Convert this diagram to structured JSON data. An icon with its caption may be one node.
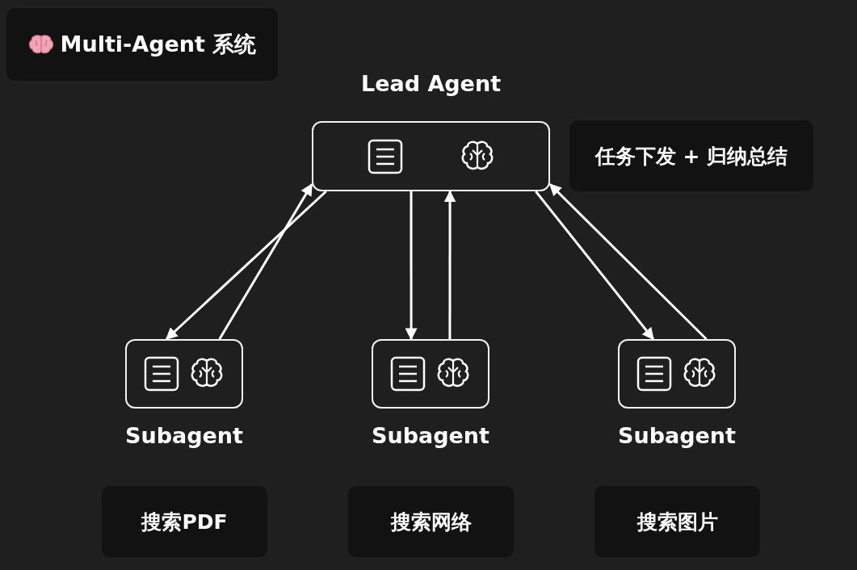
{
  "diagram": {
    "nodes": [
      {
        "text": [
          "Multi-Agent 系统"
        ]
      },
      {
        "text": [
          "Lead Agent"
        ]
      },
      {
        "text": [
          "任务下发 + 归纳总结"
        ]
      },
      {
        "text": [
          "Subagent"
        ]
      },
      {
        "text": [
          "搜索PDF"
        ]
      },
      {
        "text": [
          "Subagent"
        ]
      },
      {
        "text": [
          "搜索网络"
        ]
      },
      {
        "text": [
          "Subagent"
        ]
      },
      {
        "text": [
          "搜索图片"
        ]
      }
    ],
    "edges": [
      {
        "from": 1,
        "to": 3,
        "arrow": "to"
      },
      {
        "from": 3,
        "to": 1,
        "arrow": "to"
      },
      {
        "from": 1,
        "to": 5,
        "arrow": "to"
      },
      {
        "from": 5,
        "to": 1,
        "arrow": "to"
      },
      {
        "from": 1,
        "to": 7,
        "arrow": "to"
      },
      {
        "from": 7,
        "to": 1,
        "arrow": "to"
      }
    ]
  }
}
